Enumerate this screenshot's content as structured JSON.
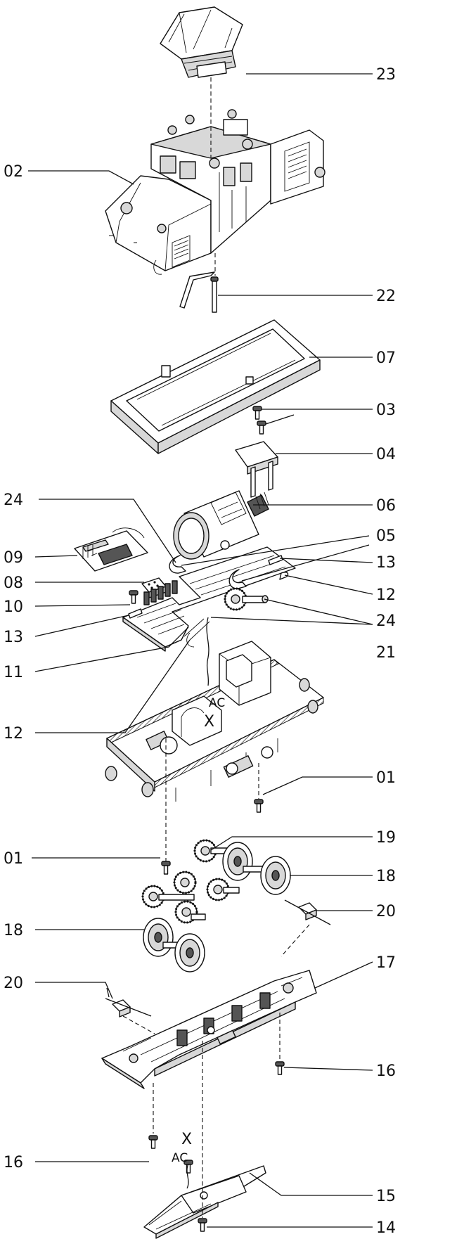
{
  "parts": [
    {
      "id": "23",
      "name": "23"
    },
    {
      "id": "02",
      "name": "02"
    },
    {
      "id": "22",
      "name": "22"
    },
    {
      "id": "07",
      "name": "07"
    },
    {
      "id": "03",
      "name": "03"
    },
    {
      "id": "04",
      "name": "04"
    },
    {
      "id": "24a",
      "name": "24"
    },
    {
      "id": "06",
      "name": "06"
    },
    {
      "id": "09",
      "name": "09"
    },
    {
      "id": "05",
      "name": "05"
    },
    {
      "id": "08",
      "name": "08"
    },
    {
      "id": "13a",
      "name": "13"
    },
    {
      "id": "10",
      "name": "10"
    },
    {
      "id": "12a",
      "name": "12"
    },
    {
      "id": "13b",
      "name": "13"
    },
    {
      "id": "24b",
      "name": "24"
    },
    {
      "id": "21",
      "name": "21"
    },
    {
      "id": "11",
      "name": "11"
    },
    {
      "id": "12b",
      "name": "12"
    },
    {
      "id": "01a",
      "name": "01"
    },
    {
      "id": "19",
      "name": "19"
    },
    {
      "id": "01b",
      "name": "01"
    },
    {
      "id": "18a",
      "name": "18"
    },
    {
      "id": "20a",
      "name": "20"
    },
    {
      "id": "18b",
      "name": "18"
    },
    {
      "id": "17",
      "name": "17"
    },
    {
      "id": "20b",
      "name": "20"
    },
    {
      "id": "16a",
      "name": "16"
    },
    {
      "id": "16b",
      "name": "16"
    },
    {
      "id": "15",
      "name": "15"
    },
    {
      "id": "14",
      "name": "14"
    }
  ],
  "wire_marks": [
    {
      "id": "ac1",
      "ac": "AC",
      "x": "X"
    },
    {
      "id": "ac2",
      "ac": "AC",
      "x": "X"
    }
  ]
}
